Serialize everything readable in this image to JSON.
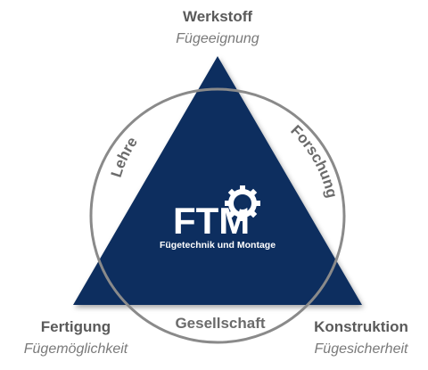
{
  "colors": {
    "triangle": "#0f2f5e",
    "circle": "#8a8a8a",
    "title_text": "#5a5a5a",
    "subtitle_text": "#7a7a7a",
    "logo_text": "#ffffff"
  },
  "corners": {
    "top": {
      "title": "Werkstoff",
      "subtitle": "Fügeeignung"
    },
    "bottom_left": {
      "title": "Fertigung",
      "subtitle": "Fügemöglichkeit"
    },
    "bottom_right": {
      "title": "Konstruktion",
      "subtitle": "Fügesicherheit"
    }
  },
  "circle_labels": {
    "left": "Lehre",
    "right": "Forschung",
    "bottom": "Gesellschaft"
  },
  "logo": {
    "main": "FTM",
    "subtitle": "Fügetechnik und Montage",
    "icon": "gear-icon"
  }
}
